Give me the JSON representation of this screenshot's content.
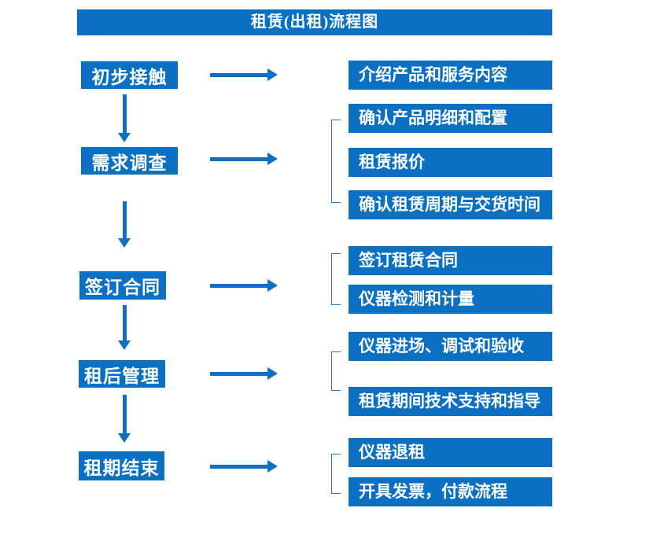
{
  "title": "租赁(出租)流程图",
  "colors": {
    "box_fill": "#0b70c2",
    "arrow": "#0e6fc4",
    "bracket": "#2e74b5",
    "text": "#ffffff",
    "background": "#ffffff"
  },
  "steps": [
    {
      "label": "初步接触",
      "outputs": [
        "介绍产品和服务内容"
      ]
    },
    {
      "label": "需求调查",
      "outputs": [
        "确认产品明细和配置",
        "租赁报价",
        "确认租赁周期与交货时间"
      ]
    },
    {
      "label": "签订合同",
      "outputs": [
        "签订租赁合同",
        "仪器检测和计量"
      ]
    },
    {
      "label": "租后管理",
      "outputs": [
        "仪器进场、调试和验收",
        "租赁期间技术支持和指导"
      ]
    },
    {
      "label": "租期结束",
      "outputs": [
        "仪器退租",
        "开具发票，付款流程"
      ]
    }
  ]
}
